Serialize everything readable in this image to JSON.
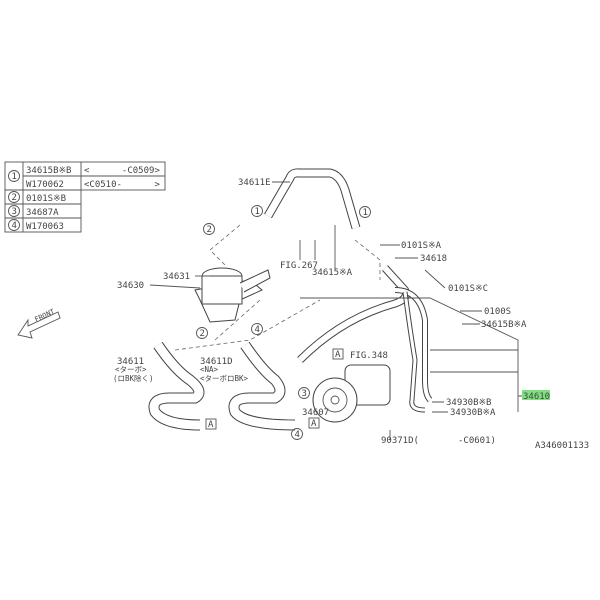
{
  "legend_table": [
    {
      "num": "1",
      "part": "34615B※B",
      "note": "<      -C0509>"
    },
    {
      "num": "",
      "part": "W170062",
      "note": "<C0510-      >"
    },
    {
      "num": "2",
      "part": "0101S※B",
      "note": ""
    },
    {
      "num": "3",
      "part": "34687A",
      "note": ""
    },
    {
      "num": "4",
      "part": "W170063",
      "note": ""
    }
  ],
  "labels": {
    "l34611E": "34611E",
    "l34631": "34631",
    "l34630": "34630",
    "fig267": "FIG.267",
    "l34615A": "34615※A",
    "l0101SA": "0101S※A",
    "l34618": "34618",
    "l0101SC": "0101S※C",
    "l0100S": "0100S",
    "l34615BA": "34615B※A",
    "fig348": "FIG.348",
    "l34610": "34610",
    "l34930BB": "34930B※B",
    "l34930BA": "34930B※A",
    "l90371D": "90371D(",
    "c0601": "-C0601)",
    "diagram_id": "A346001133",
    "l34611": "34611",
    "l34611_sub1": "<ターボ>",
    "l34611_sub2": "(ロBK除く)",
    "l34611D": "34611D",
    "l34611D_sub1": "<NA>",
    "l34611D_sub2": "<ターボロBK>",
    "l34607": "34607",
    "front": "FRONT",
    "ref_a": "A",
    "c1": "1",
    "c2": "2",
    "c3": "3",
    "c4": "4"
  },
  "colors": {
    "highlight": "#7fe07f"
  }
}
